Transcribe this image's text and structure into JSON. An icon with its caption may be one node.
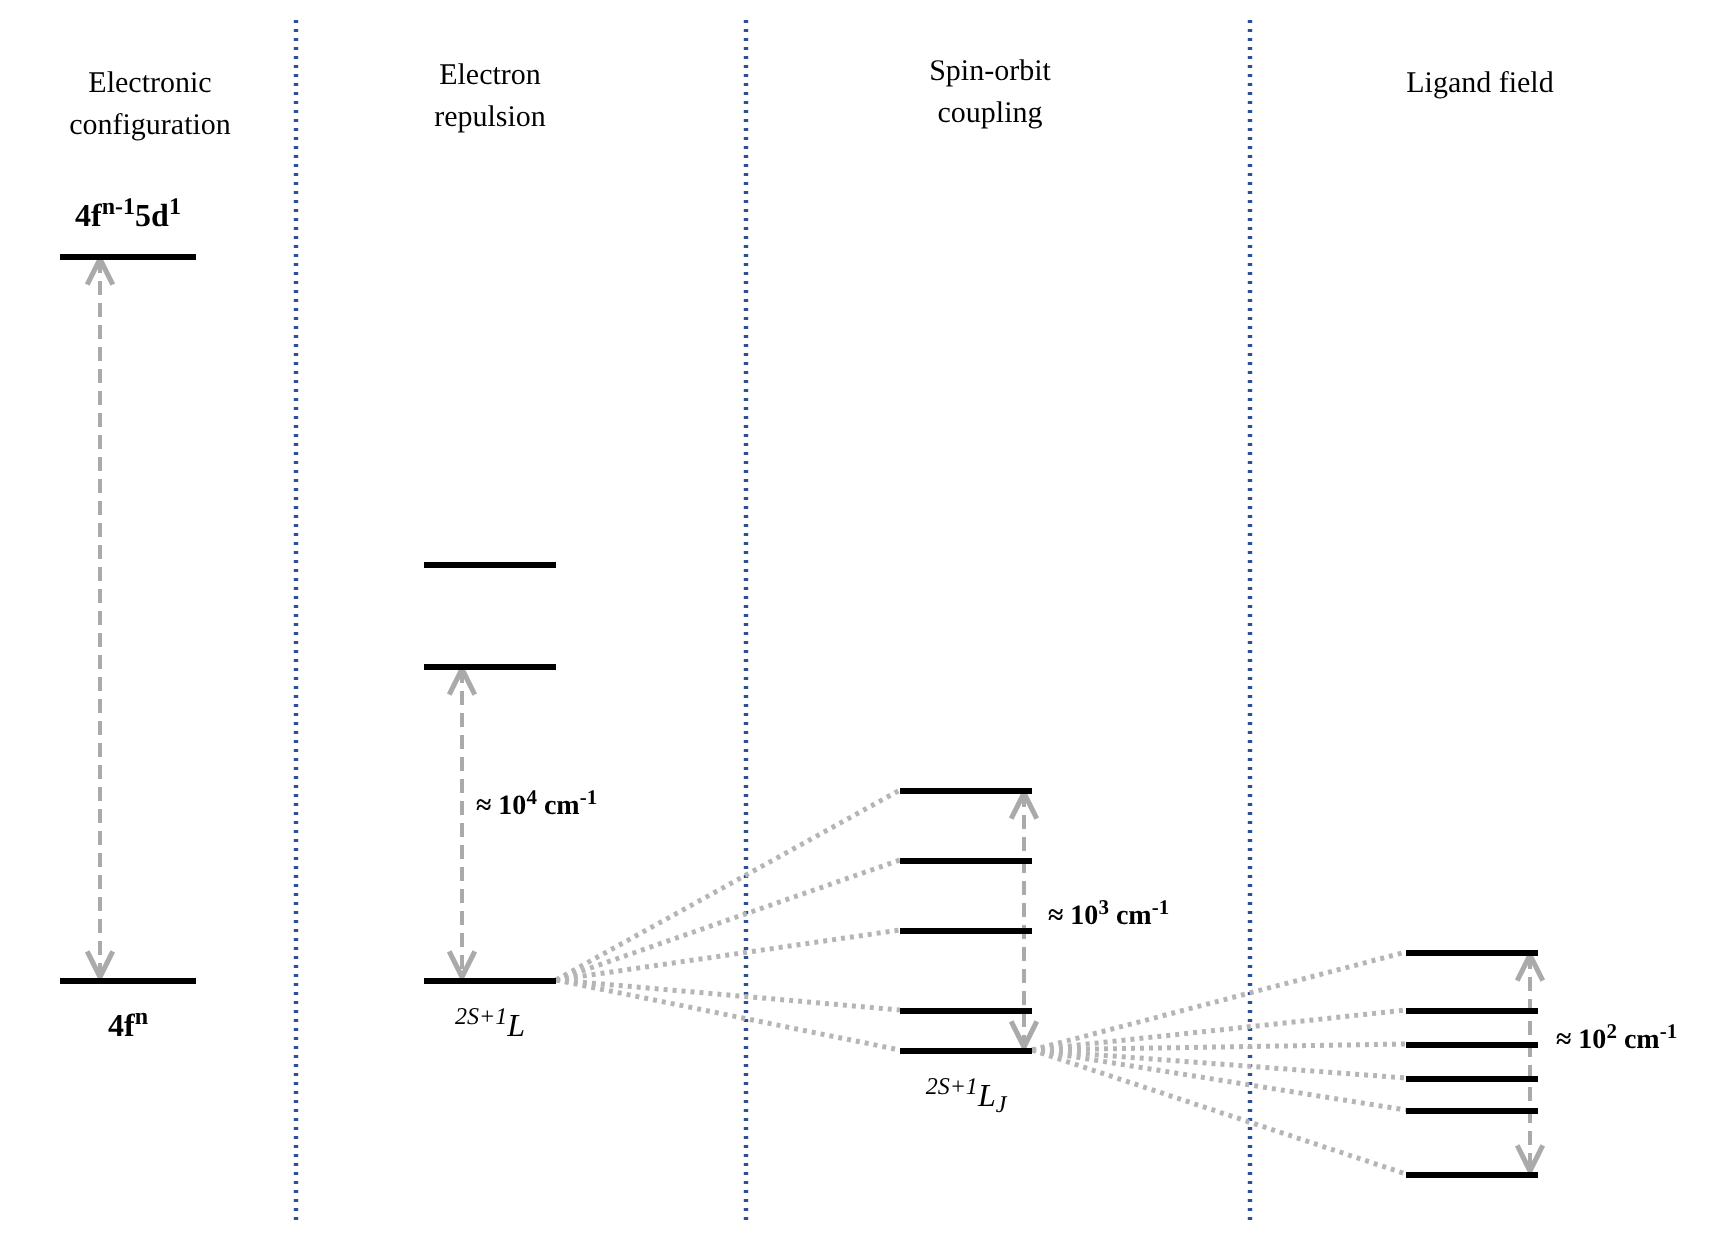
{
  "diagram": {
    "nodes": [
      {
        "text": [
          "4f$^{n-1}$5d$^{1}$"
        ]
      },
      {
        "text": [
          "4f$^{n}$"
        ]
      },
      {
        "text": [],
        "shape": "bar"
      },
      {
        "text": [],
        "shape": "bar"
      },
      {
        "text": [
          "$^{2S+1}$L"
        ]
      },
      {
        "text": [],
        "shape": "bar"
      },
      {
        "text": [],
        "shape": "bar"
      },
      {
        "text": [],
        "shape": "bar"
      },
      {
        "text": [],
        "shape": "bar"
      },
      {
        "text": [
          "$^{2S+1}$L$_{J}$"
        ]
      },
      {
        "text": [],
        "shape": "bar"
      },
      {
        "text": [],
        "shape": "bar"
      },
      {
        "text": [],
        "shape": "bar"
      },
      {
        "text": [],
        "shape": "bar"
      },
      {
        "text": [],
        "shape": "bar"
      },
      {
        "text": [],
        "shape": "bar"
      }
    ],
    "edges": [
      {
        "from": 4,
        "to": 5,
        "arrow": "none"
      },
      {
        "from": 4,
        "to": 6,
        "arrow": "none"
      },
      {
        "from": 4,
        "to": 7,
        "arrow": "none"
      },
      {
        "from": 4,
        "to": 8,
        "arrow": "none"
      },
      {
        "from": 4,
        "to": 9,
        "arrow": "none"
      },
      {
        "from": 9,
        "to": 10,
        "arrow": "none"
      },
      {
        "from": 9,
        "to": 11,
        "arrow": "none"
      },
      {
        "from": 9,
        "to": 12,
        "arrow": "none"
      },
      {
        "from": 9,
        "to": 13,
        "arrow": "none"
      },
      {
        "from": 9,
        "to": 14,
        "arrow": "none"
      },
      {
        "from": 9,
        "to": 15,
        "arrow": "none"
      },
      {
        "from": 0,
        "to": 1,
        "arrow": "both",
        "style": "dashed"
      },
      {
        "from": 3,
        "to": 4,
        "arrow": "both",
        "style": "dashed"
      },
      {
        "from": 5,
        "to": 9,
        "arrow": "both",
        "style": "dashed"
      },
      {
        "from": 10,
        "to": 15,
        "arrow": "both",
        "style": "dashed"
      }
    ],
    "labels": [
      "Electronic configuration",
      "Electron repulsion",
      "Spin-orbit coupling",
      "Ligand field",
      "≈ 10$^{4}$ cm$^{-1}$",
      "≈ 10$^{3}$ cm$^{-1}$",
      "≈ 10$^{2}$ cm$^{-1}$"
    ]
  }
}
